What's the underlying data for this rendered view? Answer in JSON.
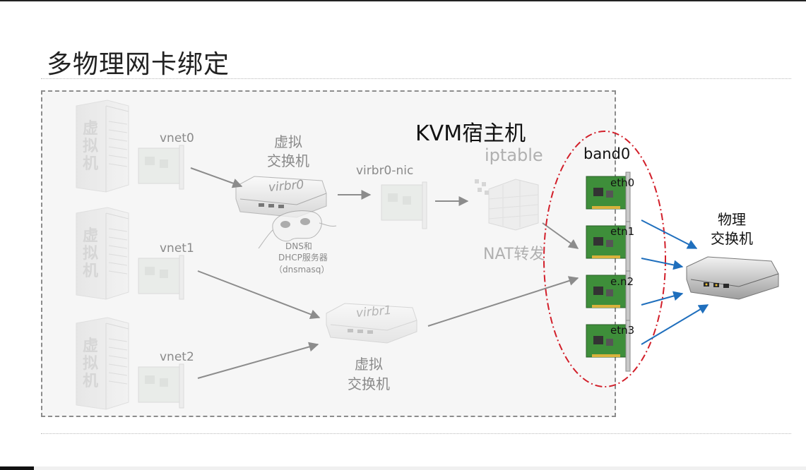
{
  "title": "多物理网卡绑定",
  "host_label": "KVM宿主机",
  "vms": [
    {
      "label": "虚拟机",
      "nic": "vnet0"
    },
    {
      "label": "虚拟机",
      "nic": "vnet1"
    },
    {
      "label": "虚拟机",
      "nic": "vnet2"
    }
  ],
  "virtual_switch_top": {
    "label": "虚拟\n交换机",
    "name": "virbr0"
  },
  "dnsmasq": {
    "line1": "DNS和",
    "line2": "DHCP服务器",
    "line3": "（dnsmasq）"
  },
  "virbr0_nic": "virbr0-nic",
  "iptable": "iptable",
  "nat": "NAT转发",
  "virtual_switch_bottom": {
    "name": "virbr1",
    "label": "虚拟\n交换机"
  },
  "bond": {
    "name": "band0",
    "nics": [
      "eth0",
      "etn1",
      "e.n2",
      "etn3"
    ]
  },
  "physical_switch": {
    "label": "物理\n交换机"
  },
  "colors": {
    "bond_outline": "#d21f2a",
    "uplink_arrow": "#1f6fbd",
    "internal_arrow": "#8c8c8c"
  }
}
